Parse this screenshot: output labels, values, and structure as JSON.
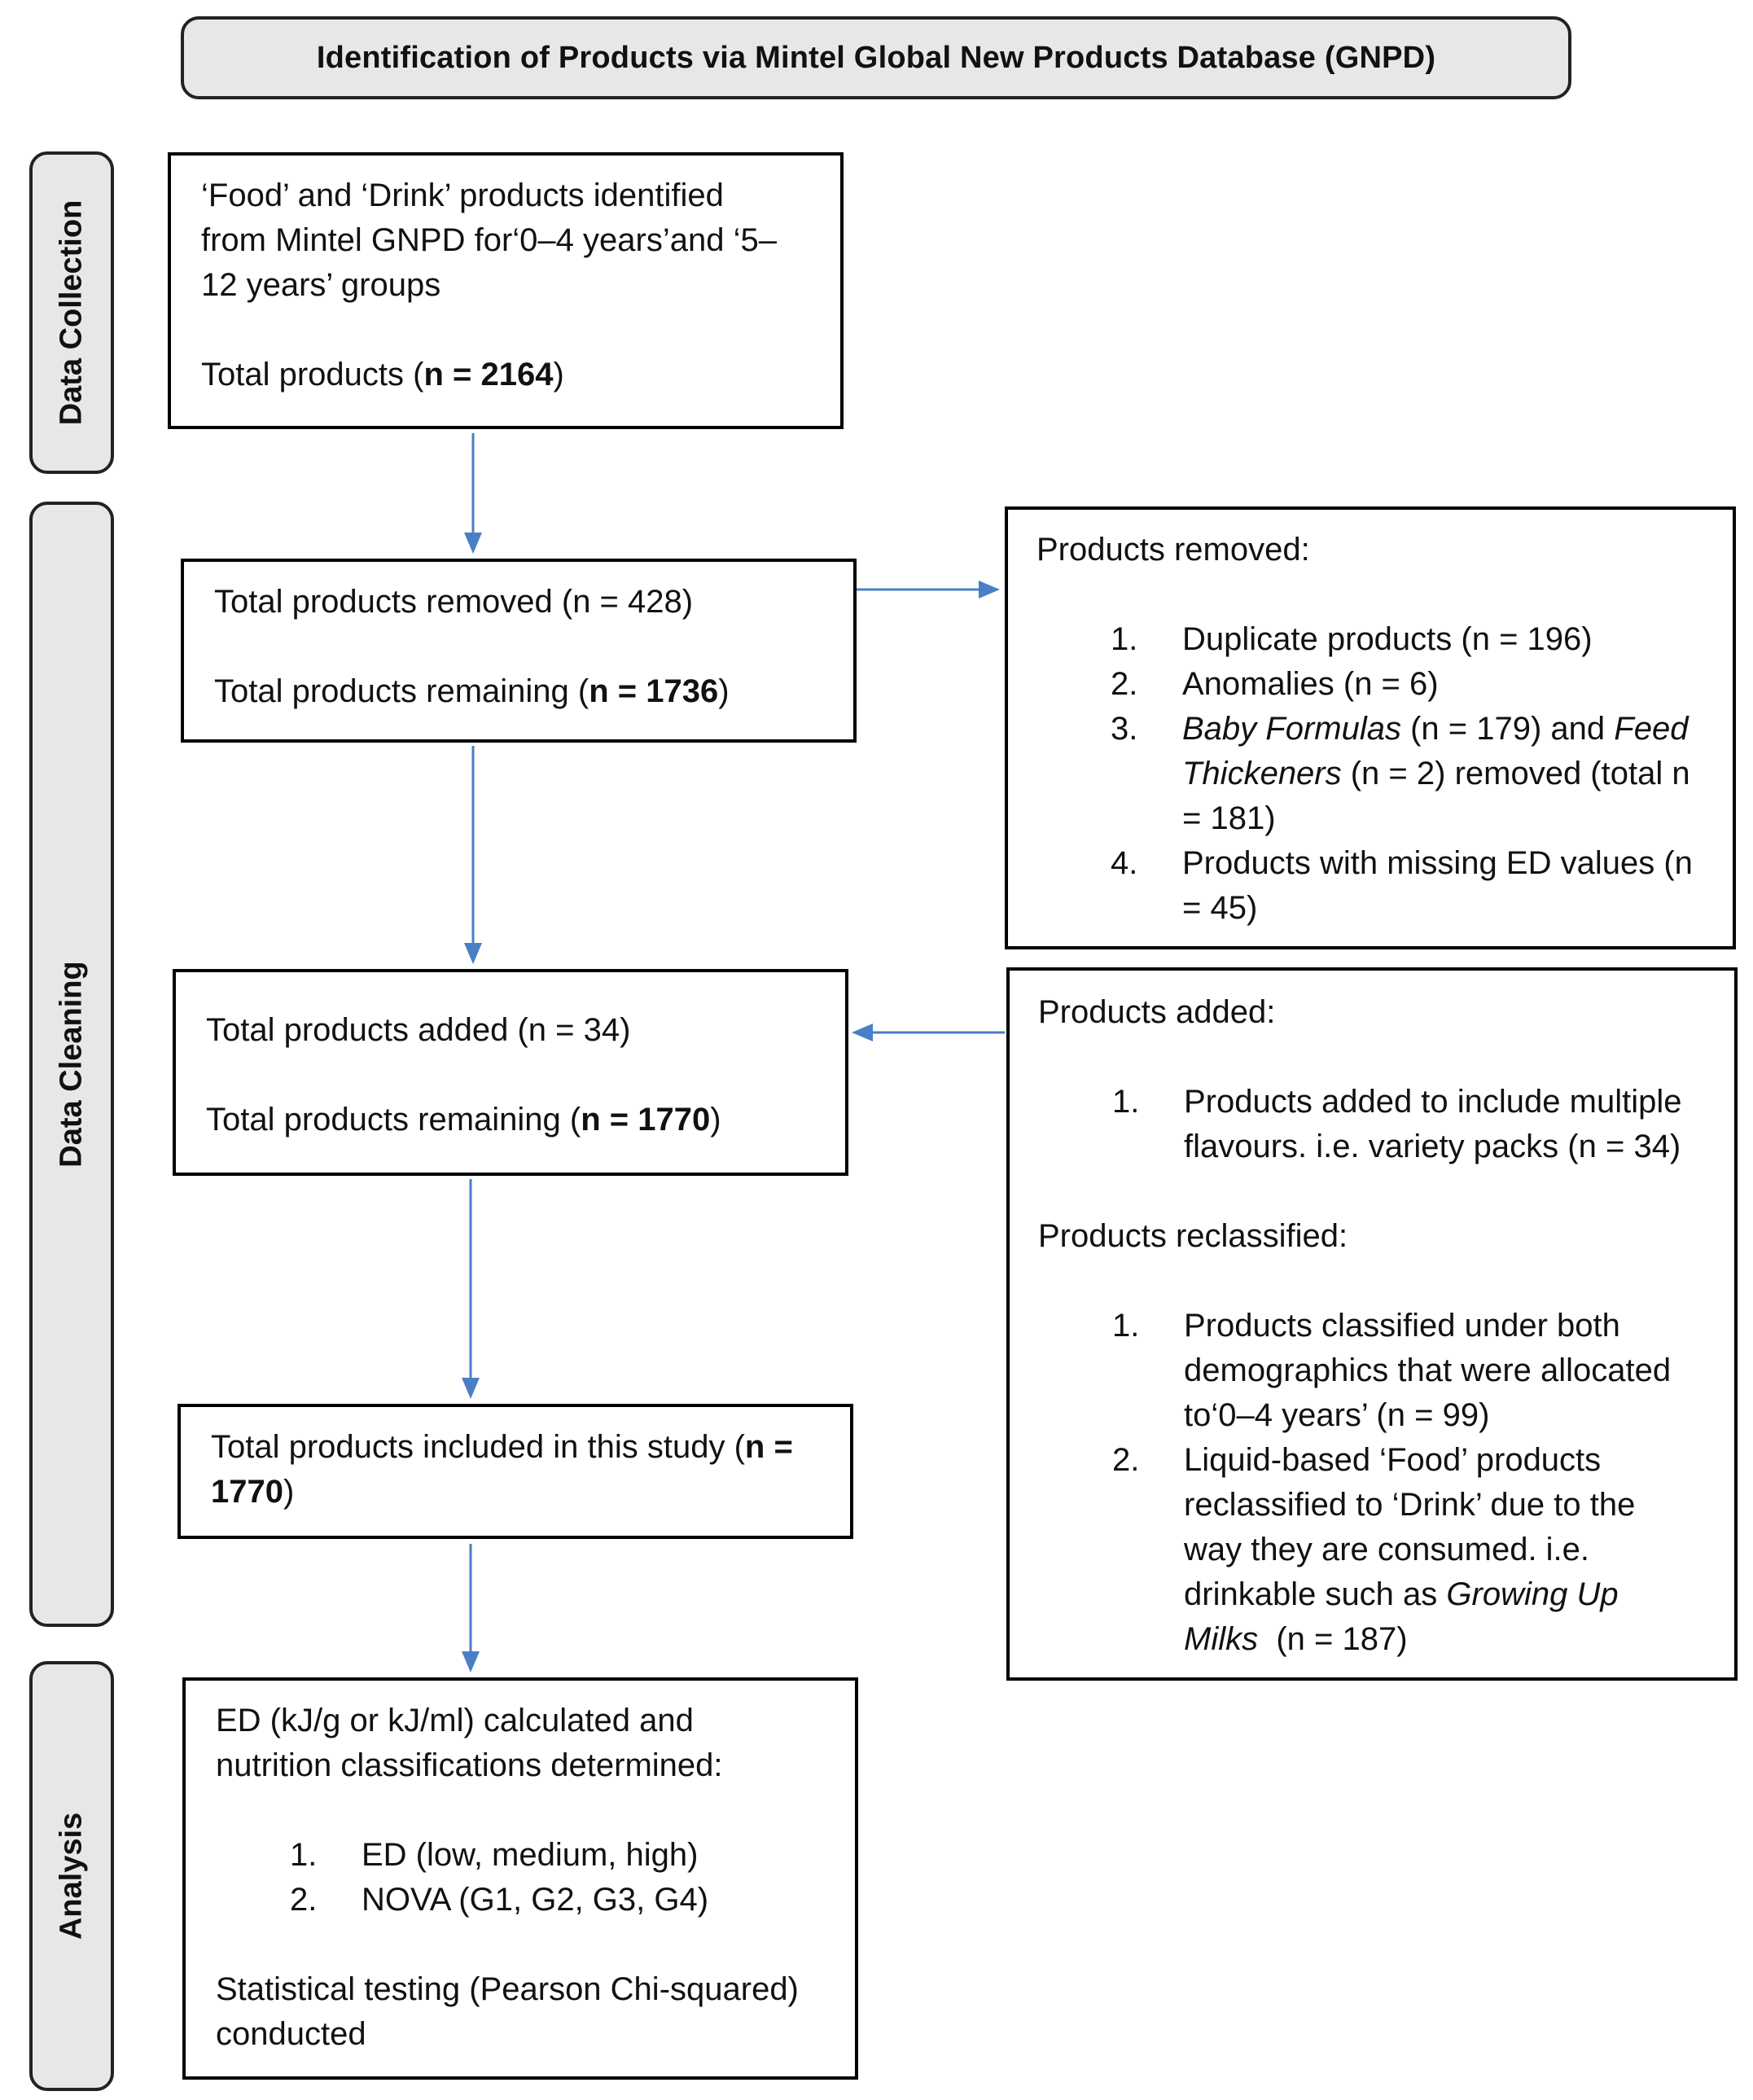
{
  "header": {
    "title": "Identification of Products via Mintel Global New Products Database (GNPD)"
  },
  "stages": {
    "data_collection": "Data Collection",
    "data_cleaning": "Data Cleaning",
    "analysis": "Analysis"
  },
  "collection_box": {
    "line1": "‘Food’ and ‘Drink’ products identified",
    "line2": "from Mintel GNPD for‘0–4 years’and ‘5–",
    "line3": "12 years’ groups",
    "total_label": "Total products (",
    "total_value": "n = 2164",
    "total_close": ")"
  },
  "removed_box": {
    "removed": "Total products removed (n = 428)",
    "remaining_label": "Total products remaining (",
    "remaining_value": "n = 1736",
    "remaining_close": ")"
  },
  "removed_detail": {
    "title": "Products removed:",
    "items": [
      {
        "num": "1.",
        "line1": "Duplicate products (n = 196)"
      },
      {
        "num": "2.",
        "line1": "Anomalies (n = 6)"
      },
      {
        "num": "3.",
        "a": "Baby Formulas",
        "b": " (n = 179) and ",
        "c": "Feed",
        "d": "Thickeners",
        "e": " (n = 2) removed (total n",
        "line3": "= 181)"
      },
      {
        "num": "4.",
        "line1": "Products with missing ED values (n",
        "line2": "= 45)"
      }
    ]
  },
  "added_box": {
    "added": "Total products added (n = 34)",
    "remaining_label": "Total products remaining (",
    "remaining_value": "n = 1770",
    "remaining_close": ")"
  },
  "added_detail": {
    "title": "Products added:",
    "added_items": [
      {
        "num": "1.",
        "line1": "Products added to include multiple",
        "line2": "flavours. i.e. variety packs (n = 34)"
      }
    ],
    "reclassified_title": "Products reclassified:",
    "reclassified_items": [
      {
        "num": "1.",
        "line1": "Products classified under both",
        "line2": "demographics that were allocated",
        "line3": "to‘0–4 years’ (n = 99)"
      },
      {
        "num": "2.",
        "line1": "Liquid-based ‘Food’ products",
        "line2": "reclassified to ‘Drink’ due to the",
        "line3": "way they are consumed. i.e.",
        "line4a": "drinkable such as ",
        "line4b": "Growing Up",
        "line5a": "Milks",
        "line5b": "  (n = 187)"
      }
    ]
  },
  "included_box": {
    "label": "Total products included in this study (",
    "value1": "n =",
    "value2": "1770",
    "close": ")"
  },
  "analysis_box": {
    "line1": "ED (kJ/g or kJ/ml) calculated and",
    "line2": "nutrition classifications determined:",
    "items": [
      {
        "num": "1.",
        "text": "ED (low, medium, high)"
      },
      {
        "num": "2.",
        "text": "NOVA (G1, G2, G3, G4)"
      }
    ],
    "line3": "Statistical testing (Pearson Chi-squared)",
    "line4": "conducted"
  },
  "colors": {
    "arrow": "#4a7fc6",
    "stage_fill": "#e7e7e7"
  }
}
